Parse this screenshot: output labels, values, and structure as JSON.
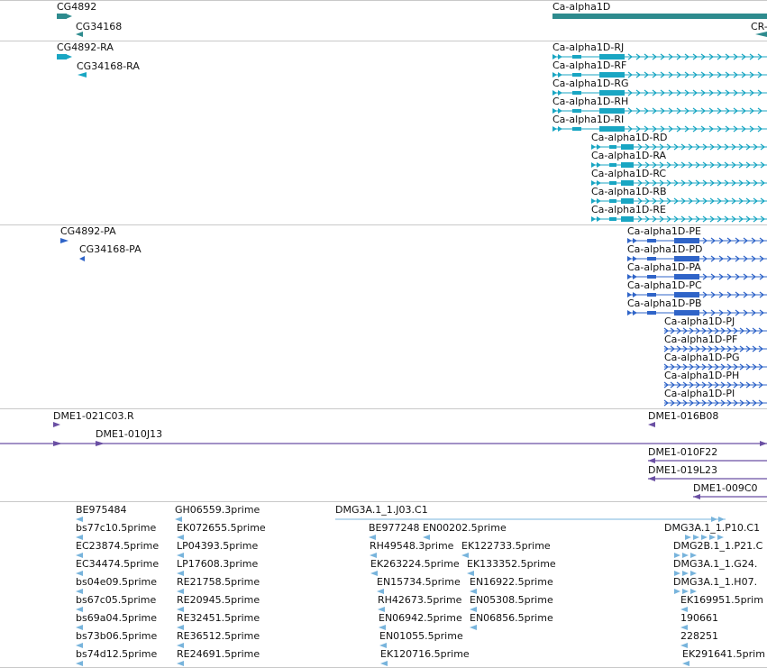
{
  "colors": {
    "gene": "#2e8b8e",
    "transcript": "#19a6c3",
    "protein": "#2f64c8",
    "clone": "#6a4fa3",
    "est": "#78b4dc",
    "divider": "#c8c8c8"
  },
  "tracks": [
    {
      "id": "gene",
      "features": [
        {
          "label": "CG4892"
        },
        {
          "label": "CG34168"
        },
        {
          "label": "Ca-alpha1D"
        },
        {
          "label": "CR-"
        }
      ]
    },
    {
      "id": "transcript",
      "features": [
        {
          "label": "CG4892-RA"
        },
        {
          "label": "CG34168-RA"
        },
        {
          "label": "Ca-alpha1D-RJ"
        },
        {
          "label": "Ca-alpha1D-RF"
        },
        {
          "label": "Ca-alpha1D-RG"
        },
        {
          "label": "Ca-alpha1D-RH"
        },
        {
          "label": "Ca-alpha1D-RI"
        },
        {
          "label": "Ca-alpha1D-RD"
        },
        {
          "label": "Ca-alpha1D-RA"
        },
        {
          "label": "Ca-alpha1D-RC"
        },
        {
          "label": "Ca-alpha1D-RB"
        },
        {
          "label": "Ca-alpha1D-RE"
        }
      ]
    },
    {
      "id": "protein",
      "features": [
        {
          "label": "CG4892-PA"
        },
        {
          "label": "CG34168-PA"
        },
        {
          "label": "Ca-alpha1D-PE"
        },
        {
          "label": "Ca-alpha1D-PD"
        },
        {
          "label": "Ca-alpha1D-PA"
        },
        {
          "label": "Ca-alpha1D-PC"
        },
        {
          "label": "Ca-alpha1D-PB"
        },
        {
          "label": "Ca-alpha1D-PJ"
        },
        {
          "label": "Ca-alpha1D-PF"
        },
        {
          "label": "Ca-alpha1D-PG"
        },
        {
          "label": "Ca-alpha1D-PH"
        },
        {
          "label": "Ca-alpha1D-PI"
        }
      ]
    },
    {
      "id": "clone",
      "features": [
        {
          "label": "DME1-021C03.R"
        },
        {
          "label": "DME1-010J13"
        },
        {
          "label": "DME1-016B08"
        },
        {
          "label": "DME1-010F22"
        },
        {
          "label": "DME1-019L23"
        },
        {
          "label": "DME1-009C0"
        }
      ]
    },
    {
      "id": "est",
      "features": [
        {
          "label": "BE975484"
        },
        {
          "label": "bs77c10.5prime"
        },
        {
          "label": "EC23874.5prime"
        },
        {
          "label": "EC34474.5prime"
        },
        {
          "label": "bs04e09.5prime"
        },
        {
          "label": "bs67c05.5prime"
        },
        {
          "label": "bs69a04.5prime"
        },
        {
          "label": "bs73b06.5prime"
        },
        {
          "label": "bs74d12.5prime"
        },
        {
          "label": "GH06559.3prime"
        },
        {
          "label": "EK072655.5prime"
        },
        {
          "label": "LP04393.5prime"
        },
        {
          "label": "LP17608.3prime"
        },
        {
          "label": "RE21758.5prime"
        },
        {
          "label": "RE20945.5prime"
        },
        {
          "label": "RE32451.5prime"
        },
        {
          "label": "RE36512.5prime"
        },
        {
          "label": "RE24691.5prime"
        },
        {
          "label": "DMG3A.1_1.J03.C1"
        },
        {
          "label": "BE977248"
        },
        {
          "label": "EN00202.5prime"
        },
        {
          "label": "RH49548.3prime"
        },
        {
          "label": "EK122733.5prime"
        },
        {
          "label": "EK263224.5prime"
        },
        {
          "label": "EK133352.5prime"
        },
        {
          "label": "EN15734.5prime"
        },
        {
          "label": "EN16922.5prime"
        },
        {
          "label": "RH42673.5prime"
        },
        {
          "label": "EN05308.5prime"
        },
        {
          "label": "EN06942.5prime"
        },
        {
          "label": "EN06856.5prime"
        },
        {
          "label": "EN01055.5prime"
        },
        {
          "label": "EK120716.5prime"
        },
        {
          "label": "DMG3A.1_1.P10.C1"
        },
        {
          "label": "DMG2B.1_1.P21.C"
        },
        {
          "label": "DMG3A.1_1.G24."
        },
        {
          "label": "DMG3A.1_1.H07."
        },
        {
          "label": "EK169951.5prim"
        },
        {
          "label": "190661"
        },
        {
          "label": "228251"
        },
        {
          "label": "EK291641.5prim"
        }
      ]
    }
  ]
}
